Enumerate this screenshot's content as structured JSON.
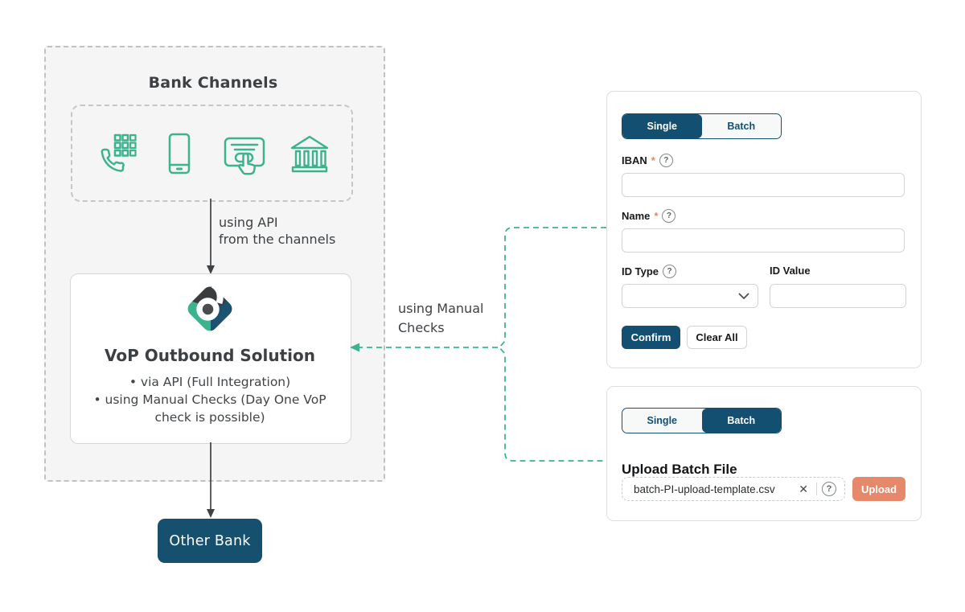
{
  "diagram": {
    "bank_channels": {
      "title": "Bank Channels",
      "icons": [
        "phone-keypad-icon",
        "mobile-phone-icon",
        "card-tap-icon",
        "bank-building-icon"
      ]
    },
    "api_arrow_label": "using API\nfrom the channels",
    "vop_box": {
      "logo_icon": "brite-diamond-logo-icon",
      "title": "VoP Outbound Solution",
      "bullets": [
        "via API (Full Integration)",
        "using Manual Checks (Day One VoP check is possible)"
      ]
    },
    "manual_checks_label": "using Manual\nChecks",
    "other_bank_label": "Other Bank"
  },
  "single_panel": {
    "tabs": [
      {
        "label": "Single",
        "active": true
      },
      {
        "label": "Batch",
        "active": false
      }
    ],
    "required_mark": "*",
    "question_icon": "?",
    "fields": {
      "iban": {
        "label": "IBAN",
        "required": true,
        "value": ""
      },
      "name": {
        "label": "Name",
        "required": true,
        "value": ""
      },
      "id_type": {
        "label": "ID Type",
        "value": ""
      },
      "id_value": {
        "label": "ID Value",
        "value": ""
      }
    },
    "buttons": {
      "confirm": "Confirm",
      "clear": "Clear All"
    }
  },
  "batch_panel": {
    "tabs": [
      {
        "label": "Single",
        "active": false
      },
      {
        "label": "Batch",
        "active": true
      }
    ],
    "heading": "Upload Batch File",
    "file_name": "batch-PI-upload-template.csv",
    "close_icon": "✕",
    "question_icon": "?",
    "upload_label": "Upload"
  },
  "colors": {
    "teal": "#3cb38c",
    "navy": "#134f70",
    "salmon": "#e5896a",
    "diagram_text": "#3e4144",
    "box_bg": "#f5f5f6",
    "dashed_border": "#c2c2c2"
  }
}
